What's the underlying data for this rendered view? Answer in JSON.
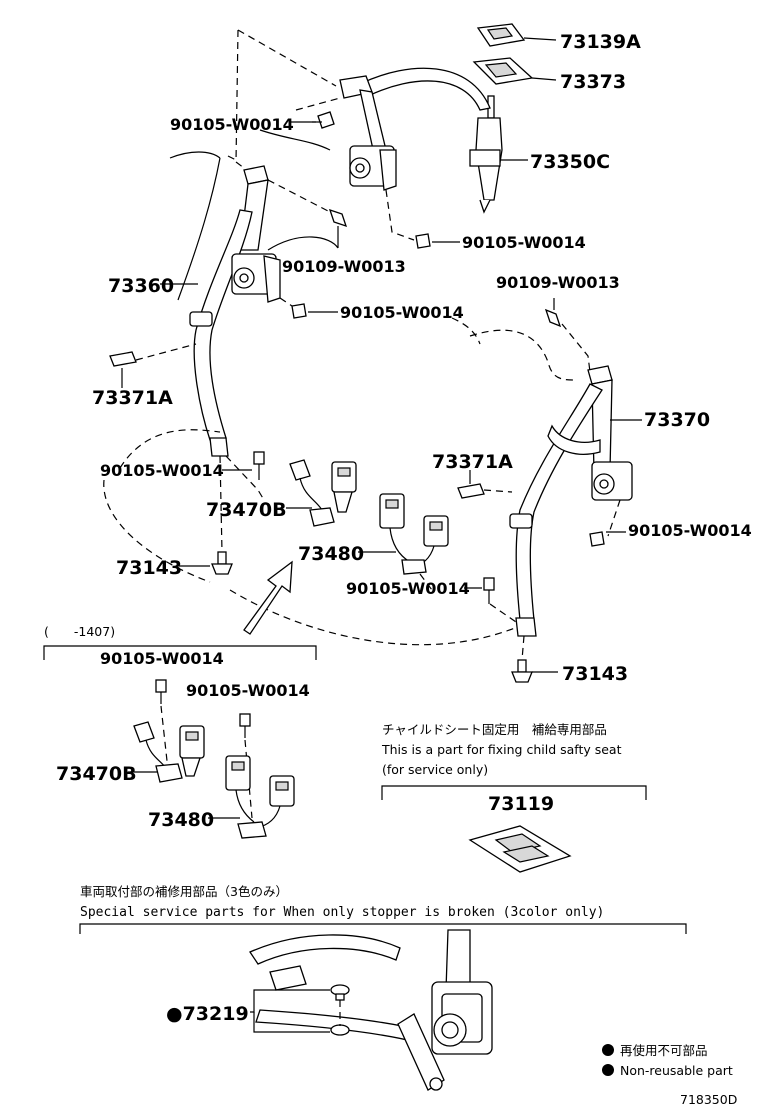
{
  "parts": {
    "p73139A": "73139A",
    "p73373": "73373",
    "p73350C": "73350C",
    "p90105_top": "90105-W0014",
    "p90105_mid": "90105-W0014",
    "p90109_left": "90109-W0013",
    "p90105_left2": "90105-W0014",
    "p73360": "73360",
    "p73371A_left": "73371A",
    "p90105_left3": "90105-W0014",
    "p73470B": "73470B",
    "p73143_left": "73143",
    "p90109_right": "90109-W0013",
    "p73370": "73370",
    "p73371A_right": "73371A",
    "p90105_right": "90105-W0014",
    "p73480": "73480",
    "p90105_center": "90105-W0014",
    "p73143_right": "73143",
    "old_range": "(　　-1407)",
    "old_90105_a": "90105-W0014",
    "old_90105_b": "90105-W0014",
    "old_73470B": "73470B",
    "old_73480": "73480",
    "child_seat_jp": "チャイルドシート固定用　補給専用部品",
    "child_seat_en1": "This is a part for fixing child safty seat",
    "child_seat_en2": "(for service only)",
    "p73119": "73119",
    "special_jp": "車両取付部の補修用部品（3色のみ）",
    "special_en": "Special  service  parts  for  When  only  stopper  is  broken  (3color  only)",
    "p73219": "●73219",
    "legend_jp": "再使用不可部品",
    "legend_en": "Non-reusable part",
    "diagram_id": "718350D"
  }
}
